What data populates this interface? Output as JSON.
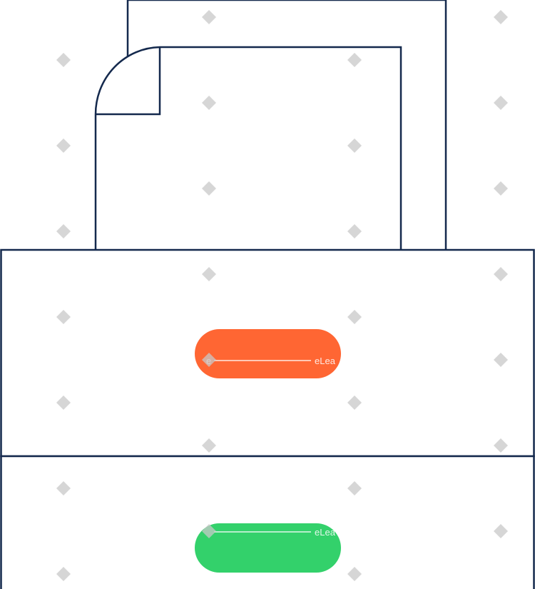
{
  "illustration": {
    "subject": "document-in-filing-drawer",
    "colors": {
      "outline": "#14294d",
      "background": "#ffffff",
      "top_drawer_handle": "#ff6633",
      "bottom_drawer_handle": "#33d16b",
      "watermark_diamond": "#c8c8c8",
      "watermark_line": "#ffffff"
    }
  },
  "watermark": {
    "top_handle_text": "eLea",
    "bottom_handle_text": "eLea",
    "marker_glyph": "e"
  }
}
